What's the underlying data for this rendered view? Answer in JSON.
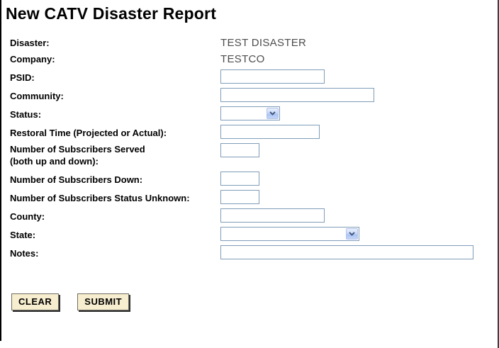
{
  "page": {
    "title": "New CATV Disaster Report"
  },
  "form": {
    "disaster": {
      "label": "Disaster:",
      "value": "TEST DISASTER"
    },
    "company": {
      "label": "Company:",
      "value": "TESTCO"
    },
    "psid": {
      "label": "PSID:",
      "value": ""
    },
    "community": {
      "label": "Community:",
      "value": ""
    },
    "status": {
      "label": "Status:",
      "selected_value": ""
    },
    "restoral_time": {
      "label": "Restoral Time (Projected or Actual):",
      "value": ""
    },
    "subscribers_served": {
      "label_line1": "Number of Subscribers Served",
      "label_line2": "(both up and down):",
      "value": ""
    },
    "subscribers_down": {
      "label": "Number of Subscribers Down:",
      "value": ""
    },
    "subscribers_unknown": {
      "label": "Number of Subscribers Status Unknown:",
      "value": ""
    },
    "county": {
      "label": "County:",
      "value": ""
    },
    "state": {
      "label": "State:",
      "selected_value": ""
    },
    "notes": {
      "label": "Notes:",
      "value": ""
    }
  },
  "buttons": {
    "clear": "CLEAR",
    "submit": "SUBMIT"
  },
  "icons": {
    "dropdown": "chevron-down-icon"
  },
  "colors": {
    "input_border": "#7f9db9",
    "static_value_text": "#4d4d4d",
    "button_background": "#f7edcf",
    "button_shadow": "#2e2e2e",
    "dropdown_button_fill": "#c3d6f9",
    "dropdown_chevron": "#46597e",
    "frame_border": "#000000"
  }
}
